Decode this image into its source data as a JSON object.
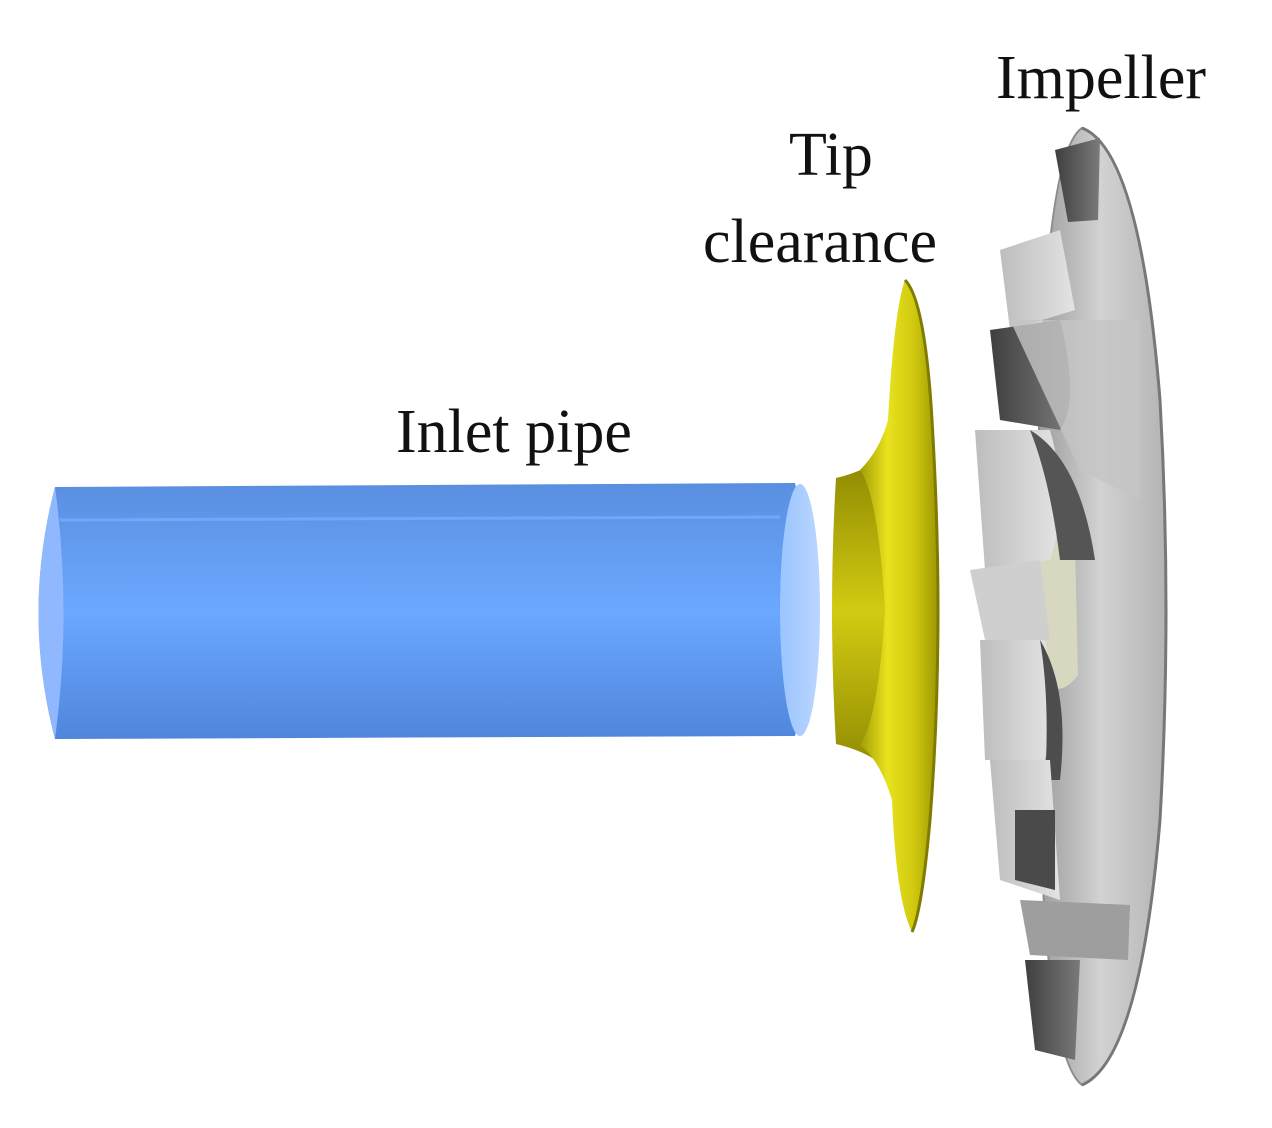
{
  "labels": {
    "impeller": "Impeller",
    "tip_line1": "Tip",
    "tip_line2": "clearance",
    "inlet": "Inlet pipe"
  },
  "components": [
    {
      "name": "inlet-pipe",
      "color": "#6aa6f7"
    },
    {
      "name": "tip-clearance",
      "color": "#d8d11a"
    },
    {
      "name": "impeller",
      "color": "#c9c9c9"
    }
  ]
}
